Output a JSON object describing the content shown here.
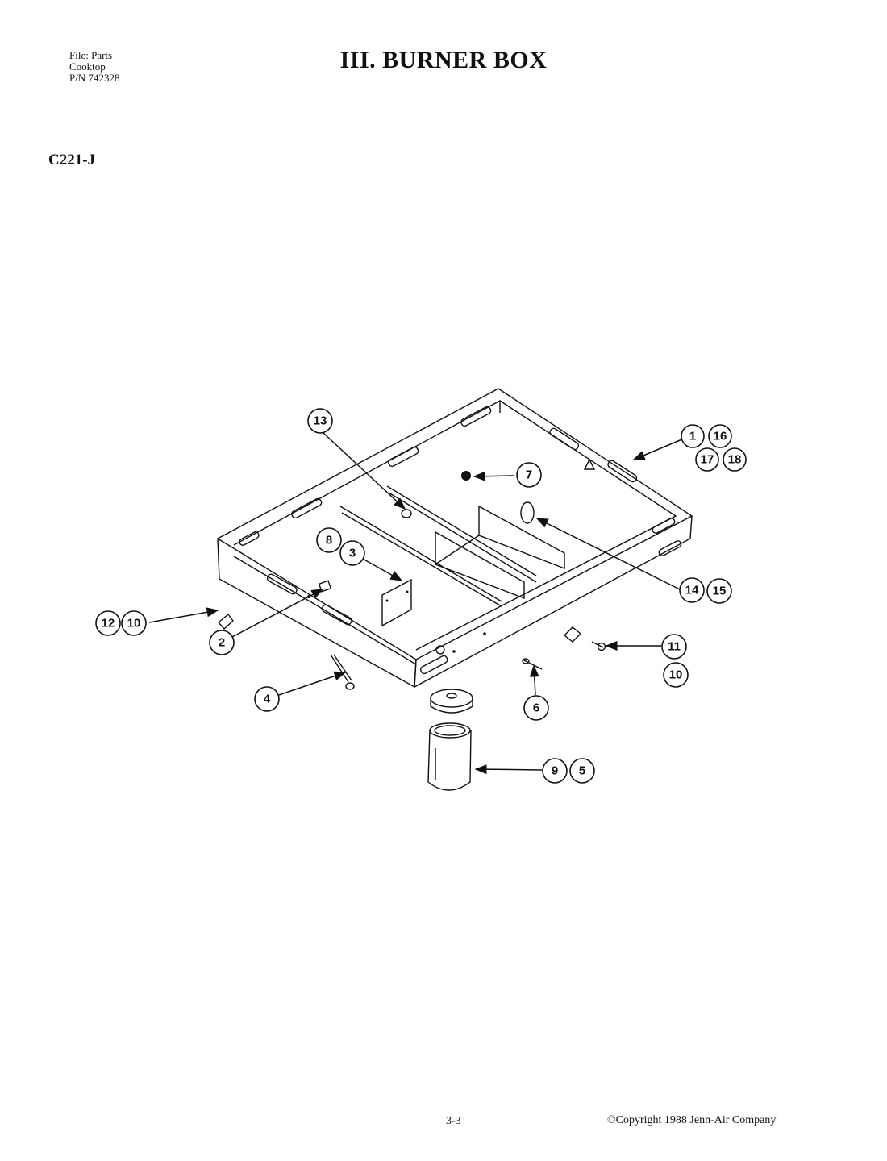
{
  "header": {
    "file_lines": [
      "File: Parts",
      "Cooktop",
      "P/N 742328"
    ],
    "title": "III. BURNER BOX",
    "model": "C221-J"
  },
  "diagram": {
    "callouts": [
      "1",
      "16",
      "17",
      "18",
      "7",
      "13",
      "14",
      "15",
      "8",
      "3",
      "2",
      "12",
      "10",
      "4",
      "6",
      "11",
      "10",
      "9",
      "5"
    ]
  },
  "footer": {
    "page": "3-3",
    "copyright": "©Copyright 1988 Jenn-Air Company"
  }
}
